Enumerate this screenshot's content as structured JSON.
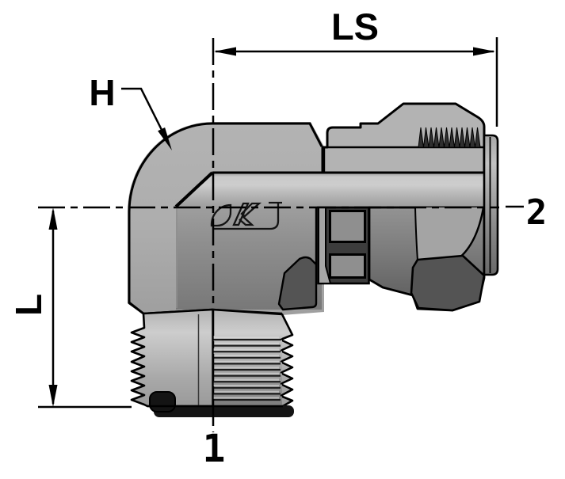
{
  "annotations": {
    "dim_ls": "LS",
    "hex_label": "H",
    "dim_l": "L",
    "port2": "2",
    "port1": "1"
  },
  "colors": {
    "background": "#ffffff",
    "outline": "#000000",
    "body_flat": "#b3b3b3",
    "body_flat_low": "#9f9f9f",
    "facet_mid": "#a4a4a4",
    "facet_dark": "#545454",
    "stack_dark": "#3c3c3c",
    "washer": "#8f8f8f",
    "thread_dark": "#2f2f2f",
    "oring": "#141414",
    "cyl_edge": "#989898",
    "cyl_hi": "#cdcdcd",
    "cyl_mid": "#9e9e9e",
    "cyl_low": "#787878",
    "nut_low": "#5a5a5a",
    "stud_hi": "#cdcdcd",
    "stud_lo": "#9a9a9a",
    "logo_ink": "#141414"
  }
}
